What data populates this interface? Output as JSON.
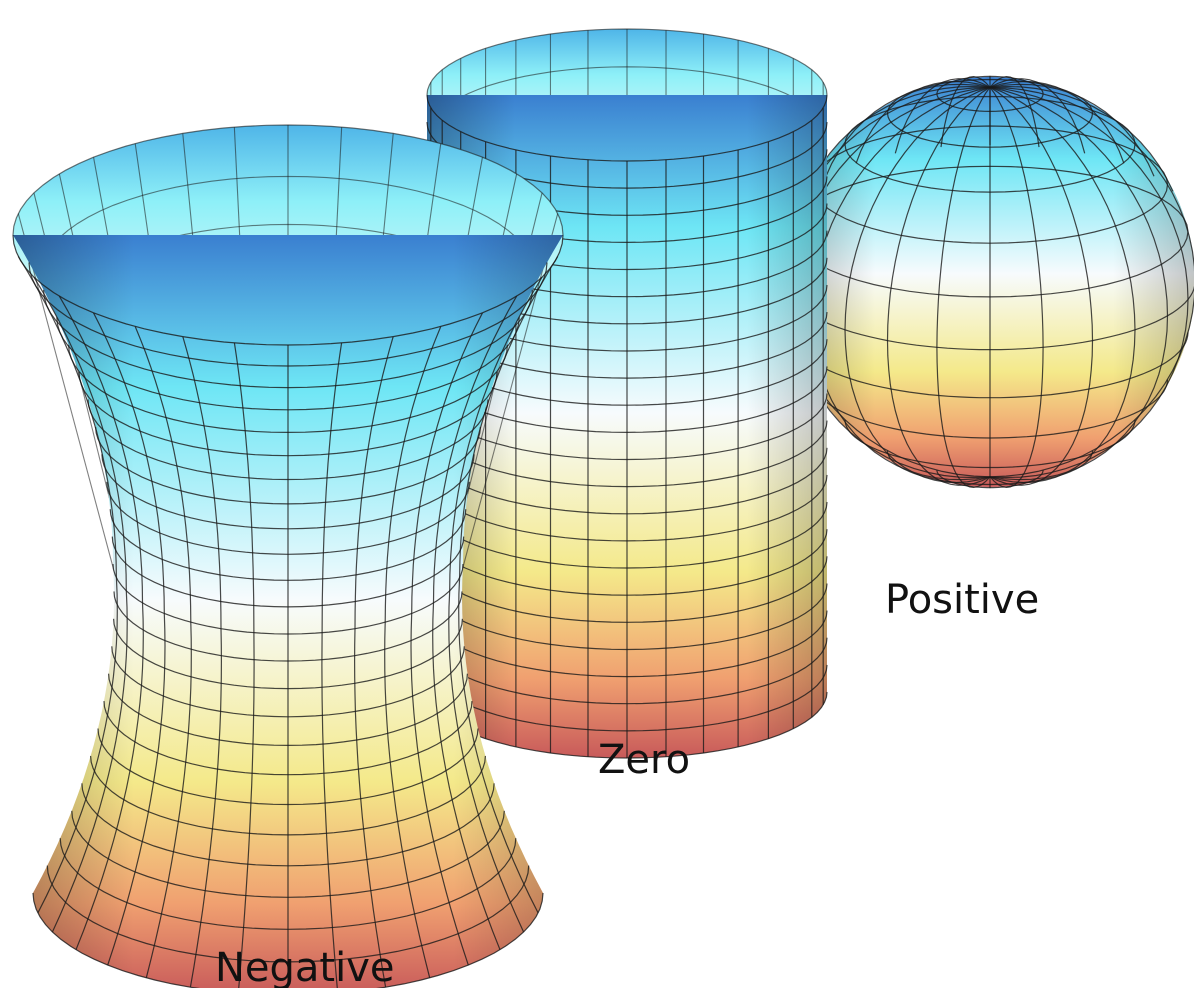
{
  "figure": {
    "surfaces": [
      {
        "key": "negative",
        "shape": "hyperboloid",
        "label": "Negative"
      },
      {
        "key": "zero",
        "shape": "cylinder",
        "label": "Zero"
      },
      {
        "key": "positive",
        "shape": "sphere",
        "label": "Positive"
      }
    ],
    "colors": {
      "top": "#3a7fd0",
      "upper": "#6ee6f5",
      "middle": "#f7fbfd",
      "lower": "#f4e98a",
      "bottom": "#c85a5a",
      "grid": "#1a1a1a"
    }
  }
}
